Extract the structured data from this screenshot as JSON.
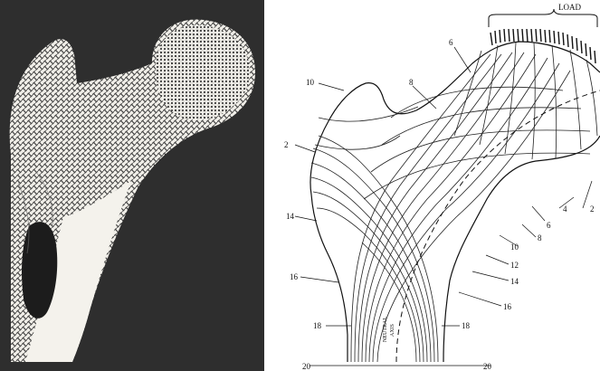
{
  "photo": {
    "description_icon": "femur-cross-section-photo",
    "colors": {
      "background": "#2e2e2e",
      "bone": "#e9e6dd",
      "cortex": "#f4f2ec"
    }
  },
  "diagram": {
    "load_label": "LOAD",
    "neutral_axis_label_1": "NEUTRAL",
    "neutral_axis_label_2": "AXIS",
    "labels_left": [
      "10",
      "2",
      "14",
      "16",
      "18",
      "20"
    ],
    "labels_top": [
      "6",
      "8"
    ],
    "labels_right": [
      "4",
      "2",
      "6",
      "8",
      "10",
      "12",
      "14",
      "16",
      "18",
      "20"
    ]
  }
}
